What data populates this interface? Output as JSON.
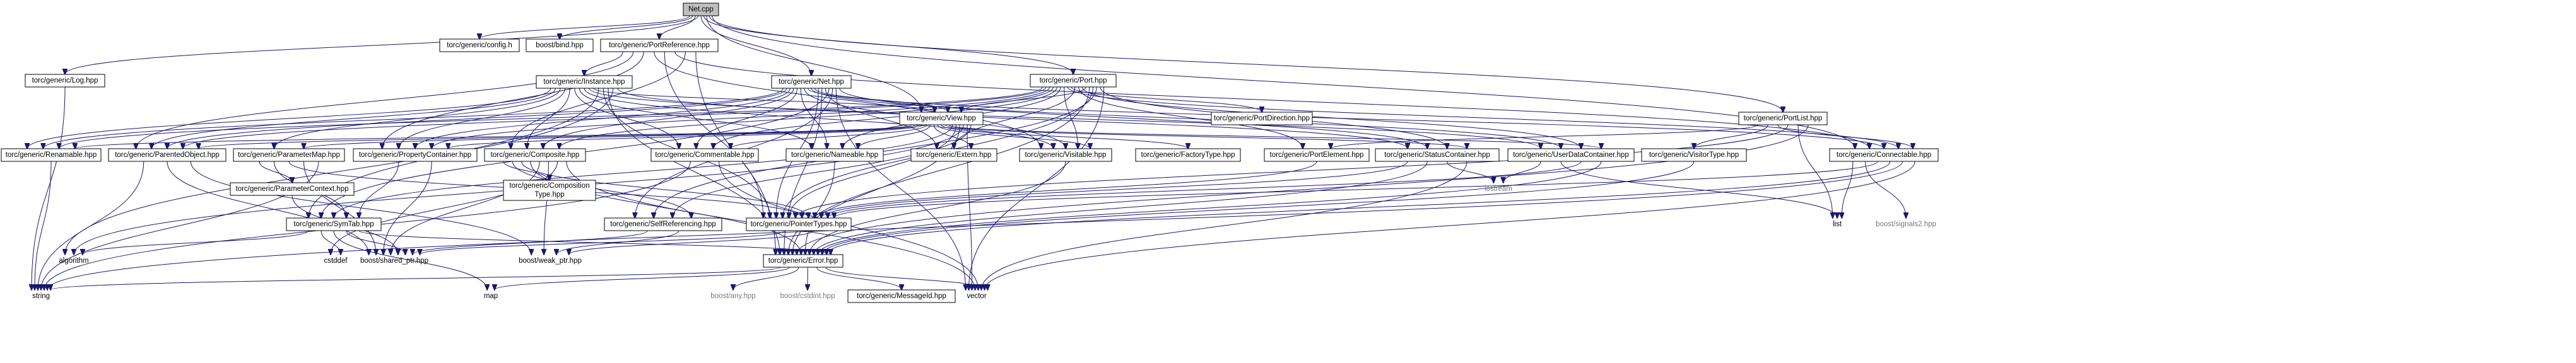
{
  "nodes": {
    "net_cpp": "Net.cpp",
    "config_h": "torc/generic/config.h",
    "boost_bind": "boost/bind.hpp",
    "portreference": "torc/generic/PortReference.hpp",
    "log": "torc/generic/Log.hpp",
    "instance": "torc/generic/Instance.hpp",
    "net_hpp": "torc/generic/Net.hpp",
    "port": "torc/generic/Port.hpp",
    "view": "torc/generic/View.hpp",
    "portdirection": "torc/generic/PortDirection.hpp",
    "portlist": "torc/generic/PortList.hpp",
    "renamable": "torc/generic/Renamable.hpp",
    "parentedobject": "torc/generic/ParentedObject.hpp",
    "parametermap": "torc/generic/ParameterMap.hpp",
    "propertycontainer": "torc/generic/PropertyContainer.hpp",
    "composite": "torc/generic/Composite.hpp",
    "commentable": "torc/generic/Commentable.hpp",
    "nameable": "torc/generic/Nameable.hpp",
    "extern": "torc/generic/Extern.hpp",
    "visitable": "torc/generic/Visitable.hpp",
    "factorytype": "torc/generic/FactoryType.hpp",
    "portelement": "torc/generic/PortElement.hpp",
    "statuscontainer": "torc/generic/StatusContainer.hpp",
    "userdatacontainer": "torc/generic/UserDataContainer.hpp",
    "visitortype": "torc/generic/VisitorType.hpp",
    "connectable": "torc/generic/Connectable.hpp",
    "parametercontext": "torc/generic/ParameterContext.hpp",
    "symtab": "torc/generic/SymTab.hpp",
    "compositiontype_1": "torc/generic/Composition",
    "compositiontype_2": "Type.hpp",
    "selfreferencing": "torc/generic/SelfReferencing.hpp",
    "pointertypes": "torc/generic/PointerTypes.hpp",
    "iostream": "iostream",
    "list": "list",
    "signals2": "boost/signals2.hpp",
    "algorithm": "algorithm",
    "cstddef": "cstddef",
    "shared_ptr": "boost/shared_ptr.hpp",
    "weak_ptr": "boost/weak_ptr.hpp",
    "error": "torc/generic/Error.hpp",
    "string": "string",
    "map": "map",
    "any": "boost/any.hpp",
    "cstdint": "boost/cstdint.hpp",
    "messageid": "torc/generic/MessageId.hpp",
    "vector": "vector"
  },
  "colors": {
    "edge": "#191970",
    "root_fill": "#bfbfbf",
    "external_text": "#7a7a7a"
  },
  "edges": [
    [
      "net_cpp",
      "config_h"
    ],
    [
      "net_cpp",
      "boost_bind"
    ],
    [
      "net_cpp",
      "portreference"
    ],
    [
      "net_cpp",
      "log"
    ],
    [
      "net_cpp",
      "net_hpp"
    ],
    [
      "net_cpp",
      "port"
    ],
    [
      "net_cpp",
      "view"
    ],
    [
      "net_cpp",
      "portlist"
    ],
    [
      "net_cpp",
      "connectable"
    ],
    [
      "portreference",
      "instance"
    ],
    [
      "portreference",
      "parentedobject"
    ],
    [
      "portreference",
      "propertycontainer"
    ],
    [
      "portreference",
      "visitable"
    ],
    [
      "portreference",
      "pointertypes"
    ],
    [
      "portreference",
      "connectable"
    ],
    [
      "portreference",
      "composite"
    ],
    [
      "portreference",
      "error"
    ],
    [
      "log",
      "string"
    ],
    [
      "instance",
      "renamable"
    ],
    [
      "instance",
      "parentedobject"
    ],
    [
      "instance",
      "parametermap"
    ],
    [
      "instance",
      "propertycontainer"
    ],
    [
      "instance",
      "composite"
    ],
    [
      "instance",
      "commentable"
    ],
    [
      "instance",
      "nameable"
    ],
    [
      "instance",
      "visitable"
    ],
    [
      "instance",
      "userdatacontainer"
    ],
    [
      "instance",
      "view"
    ],
    [
      "instance",
      "symtab"
    ],
    [
      "instance",
      "pointertypes"
    ],
    [
      "instance",
      "error"
    ],
    [
      "instance",
      "algorithm"
    ],
    [
      "instance",
      "statuscontainer"
    ],
    [
      "net_hpp",
      "renamable"
    ],
    [
      "net_hpp",
      "parentedobject"
    ],
    [
      "net_hpp",
      "propertycontainer"
    ],
    [
      "net_hpp",
      "composite"
    ],
    [
      "net_hpp",
      "commentable"
    ],
    [
      "net_hpp",
      "nameable"
    ],
    [
      "net_hpp",
      "visitable"
    ],
    [
      "net_hpp",
      "connectable"
    ],
    [
      "net_hpp",
      "userdatacontainer"
    ],
    [
      "net_hpp",
      "view"
    ],
    [
      "net_hpp",
      "pointertypes"
    ],
    [
      "net_hpp",
      "error"
    ],
    [
      "net_hpp",
      "extern"
    ],
    [
      "net_hpp",
      "symtab"
    ],
    [
      "net_hpp",
      "selfreferencing"
    ],
    [
      "net_hpp",
      "vector"
    ],
    [
      "net_hpp",
      "statuscontainer"
    ],
    [
      "port",
      "renamable"
    ],
    [
      "port",
      "parentedobject"
    ],
    [
      "port",
      "propertycontainer"
    ],
    [
      "port",
      "composite"
    ],
    [
      "port",
      "commentable"
    ],
    [
      "port",
      "nameable"
    ],
    [
      "port",
      "visitable"
    ],
    [
      "port",
      "connectable"
    ],
    [
      "port",
      "portdirection"
    ],
    [
      "port",
      "extern"
    ],
    [
      "port",
      "portelement"
    ],
    [
      "port",
      "userdatacontainer"
    ],
    [
      "port",
      "view"
    ],
    [
      "port",
      "error"
    ],
    [
      "port",
      "pointertypes"
    ],
    [
      "port",
      "selfreferencing"
    ],
    [
      "port",
      "statuscontainer"
    ],
    [
      "port",
      "vector"
    ],
    [
      "view",
      "renamable"
    ],
    [
      "view",
      "parentedobject"
    ],
    [
      "view",
      "parametermap"
    ],
    [
      "view",
      "propertycontainer"
    ],
    [
      "view",
      "commentable"
    ],
    [
      "view",
      "nameable"
    ],
    [
      "view",
      "extern"
    ],
    [
      "view",
      "visitable"
    ],
    [
      "view",
      "factorytype"
    ],
    [
      "view",
      "statuscontainer"
    ],
    [
      "view",
      "userdatacontainer"
    ],
    [
      "view",
      "symtab"
    ],
    [
      "view",
      "pointertypes"
    ],
    [
      "view",
      "error"
    ],
    [
      "view",
      "algorithm"
    ],
    [
      "view",
      "vector"
    ],
    [
      "view",
      "selfreferencing"
    ],
    [
      "portlist",
      "portelement"
    ],
    [
      "portlist",
      "visitortype"
    ],
    [
      "portlist",
      "connectable"
    ],
    [
      "portlist",
      "pointertypes"
    ],
    [
      "portlist",
      "list"
    ],
    [
      "portlist",
      "error"
    ],
    [
      "renamable",
      "string"
    ],
    [
      "parentedobject",
      "string"
    ],
    [
      "parentedobject",
      "shared_ptr"
    ],
    [
      "parentedobject",
      "weak_ptr"
    ],
    [
      "parametermap",
      "parametercontext"
    ],
    [
      "parametermap",
      "symtab"
    ],
    [
      "parametermap",
      "pointertypes"
    ],
    [
      "parametermap",
      "shared_ptr"
    ],
    [
      "parametermap",
      "string"
    ],
    [
      "propertycontainer",
      "symtab"
    ],
    [
      "propertycontainer",
      "shared_ptr"
    ],
    [
      "composite",
      "compositiontype_1"
    ],
    [
      "composite",
      "selfreferencing"
    ],
    [
      "composite",
      "pointertypes"
    ],
    [
      "composite",
      "error"
    ],
    [
      "composite",
      "shared_ptr"
    ],
    [
      "composite",
      "weak_ptr"
    ],
    [
      "composite",
      "cstddef"
    ],
    [
      "composite",
      "vector"
    ],
    [
      "commentable",
      "string"
    ],
    [
      "commentable",
      "vector"
    ],
    [
      "nameable",
      "error"
    ],
    [
      "visitable",
      "error"
    ],
    [
      "portelement",
      "pointertypes"
    ],
    [
      "statuscontainer",
      "pointertypes"
    ],
    [
      "statuscontainer",
      "error"
    ],
    [
      "statuscontainer",
      "iostream"
    ],
    [
      "statuscontainer",
      "vector"
    ],
    [
      "userdatacontainer",
      "iostream"
    ],
    [
      "userdatacontainer",
      "list"
    ],
    [
      "userdatacontainer",
      "pointertypes"
    ],
    [
      "userdatacontainer",
      "error"
    ],
    [
      "visitortype",
      "error"
    ],
    [
      "connectable",
      "list"
    ],
    [
      "connectable",
      "signals2"
    ],
    [
      "connectable",
      "pointertypes"
    ],
    [
      "connectable",
      "error"
    ],
    [
      "connectable",
      "string"
    ],
    [
      "connectable",
      "vector"
    ],
    [
      "parametercontext",
      "shared_ptr"
    ],
    [
      "symtab",
      "algorithm"
    ],
    [
      "symtab",
      "cstddef"
    ],
    [
      "symtab",
      "map"
    ],
    [
      "symtab",
      "shared_ptr"
    ],
    [
      "symtab",
      "error"
    ],
    [
      "selfreferencing",
      "shared_ptr"
    ],
    [
      "selfreferencing",
      "weak_ptr"
    ],
    [
      "pointertypes",
      "shared_ptr"
    ],
    [
      "pointertypes",
      "weak_ptr"
    ],
    [
      "error",
      "string"
    ],
    [
      "error",
      "map"
    ],
    [
      "error",
      "any"
    ],
    [
      "error",
      "cstdint"
    ],
    [
      "error",
      "messageid"
    ],
    [
      "error",
      "vector"
    ]
  ]
}
